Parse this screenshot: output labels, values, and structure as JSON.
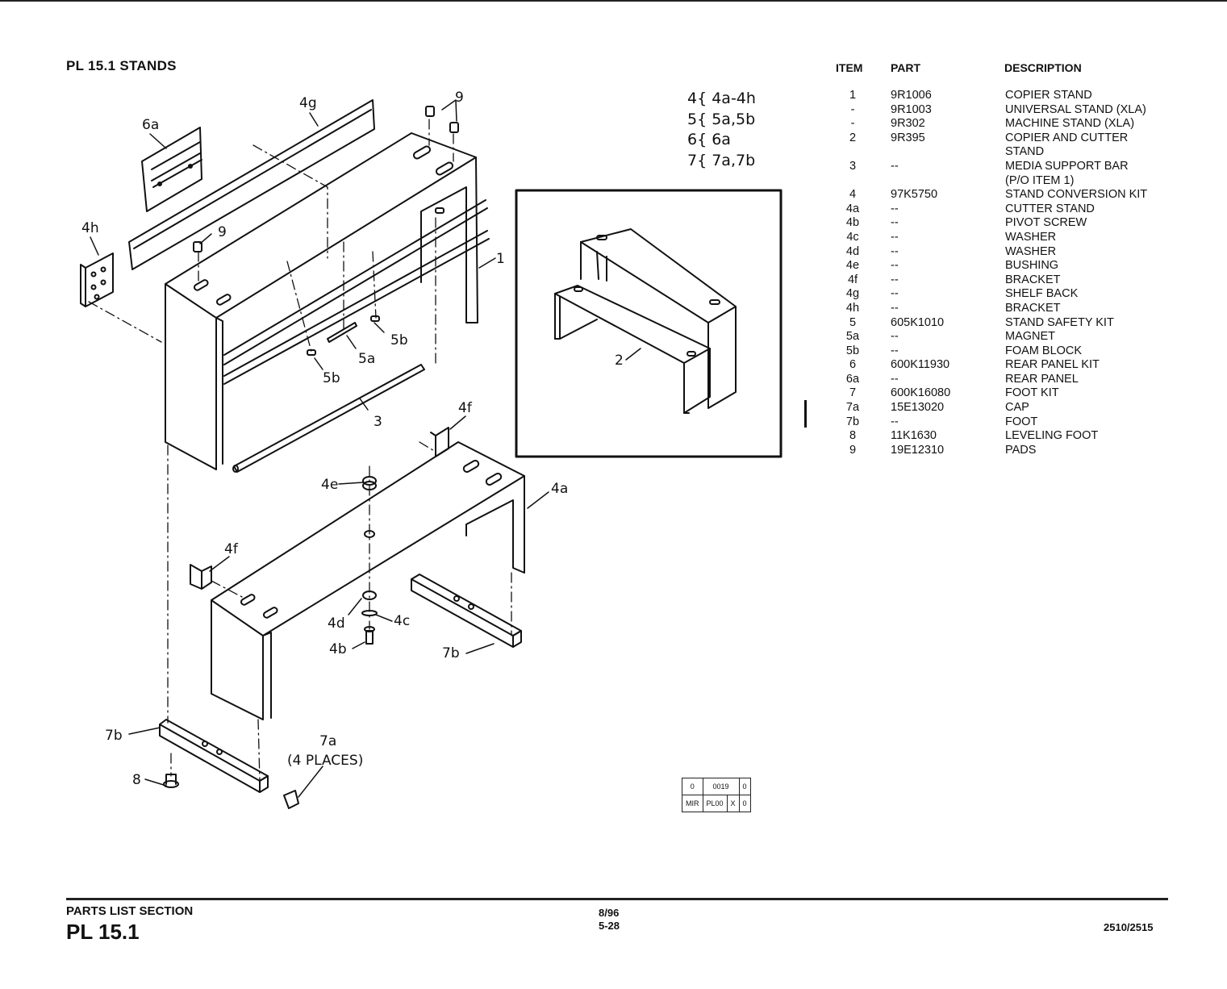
{
  "header": {
    "title": "PL 15.1 STANDS"
  },
  "columns": {
    "item": "ITEM",
    "part": "PART",
    "description": "DESCRIPTION"
  },
  "parts": [
    {
      "item": "1",
      "part": "9R1006",
      "desc": "COPIER STAND"
    },
    {
      "item": "-",
      "part": "9R1003",
      "desc": "UNIVERSAL STAND (XLA)"
    },
    {
      "item": "-",
      "part": "9R302",
      "desc": "MACHINE STAND (XLA)"
    },
    {
      "item": "2",
      "part": "9R395",
      "desc": "COPIER AND CUTTER"
    },
    {
      "item": "",
      "part": "",
      "desc": "STAND"
    },
    {
      "item": "3",
      "part": "--",
      "desc": "MEDIA SUPPORT BAR"
    },
    {
      "item": "",
      "part": "",
      "desc": "(P/O ITEM 1)"
    },
    {
      "item": "4",
      "part": "97K5750",
      "desc": "STAND CONVERSION KIT"
    },
    {
      "item": "4a",
      "part": "--",
      "desc": "CUTTER STAND"
    },
    {
      "item": "4b",
      "part": "--",
      "desc": "PIVOT SCREW"
    },
    {
      "item": "4c",
      "part": "--",
      "desc": "WASHER"
    },
    {
      "item": "4d",
      "part": "--",
      "desc": "WASHER"
    },
    {
      "item": "4e",
      "part": "--",
      "desc": "BUSHING"
    },
    {
      "item": "4f",
      "part": "--",
      "desc": "BRACKET"
    },
    {
      "item": "4g",
      "part": "--",
      "desc": "SHELF BACK"
    },
    {
      "item": "4h",
      "part": "--",
      "desc": "BRACKET"
    },
    {
      "item": "5",
      "part": "605K1010",
      "desc": "STAND SAFETY KIT"
    },
    {
      "item": "5a",
      "part": "--",
      "desc": "MAGNET"
    },
    {
      "item": "5b",
      "part": "--",
      "desc": "FOAM BLOCK"
    },
    {
      "item": "6",
      "part": "600K11930",
      "desc": "REAR PANEL KIT"
    },
    {
      "item": "6a",
      "part": "--",
      "desc": "REAR PANEL"
    },
    {
      "item": "7",
      "part": "600K16080",
      "desc": "FOOT KIT"
    },
    {
      "item": "7a",
      "part": "15E13020",
      "desc": "CAP"
    },
    {
      "item": "7b",
      "part": "--",
      "desc": "FOOT"
    },
    {
      "item": "8",
      "part": "11K1630",
      "desc": "LEVELING FOOT"
    },
    {
      "item": "9",
      "part": "19E12310",
      "desc": "PADS"
    }
  ],
  "kits": [
    "4{ 4a-4h",
    "5{ 5a,5b",
    "6{ 6a",
    "7{ 7a,7b"
  ],
  "callouts": {
    "c1": "1",
    "c2": "2",
    "c3": "3",
    "c4a": "4a",
    "c4b": "4b",
    "c4c": "4c",
    "c4d": "4d",
    "c4e": "4e",
    "c4f_top": "4f",
    "c4f_left": "4f",
    "c4g": "4g",
    "c4h": "4h",
    "c5a": "5a",
    "c5b_right": "5b",
    "c5b_left": "5b",
    "c6a": "6a",
    "c7a": "7a",
    "c7a_note": "(4 PLACES)",
    "c7b_left": "7b",
    "c7b_right": "7b",
    "c8": "8",
    "c9_top": "9",
    "c9_left": "9"
  },
  "code_box": {
    "r1": [
      "0",
      "0019",
      "0"
    ],
    "r2": [
      "MIR",
      "PL00",
      "X",
      "0"
    ]
  },
  "footer": {
    "section": "PARTS LIST SECTION",
    "pl": "PL 15.1",
    "date": "8/96",
    "page": "5-28",
    "model": "2510/2515"
  }
}
